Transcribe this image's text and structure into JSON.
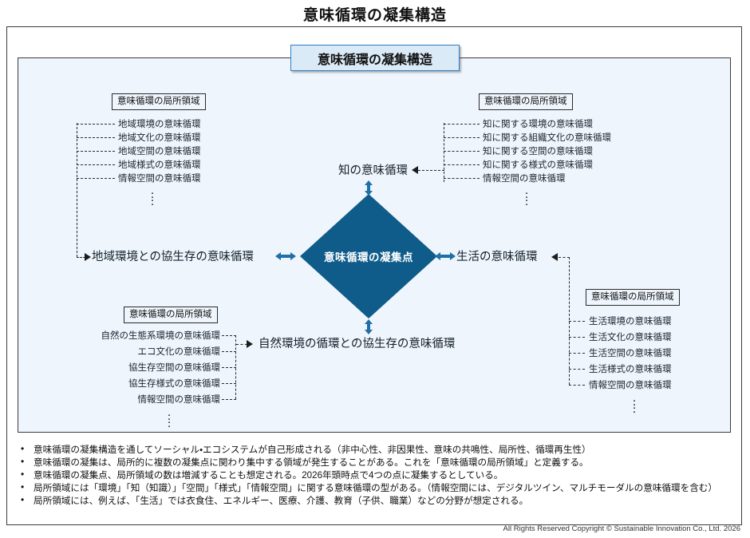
{
  "page": {
    "title": "意味循環の凝集構造",
    "banner": "意味循環の凝集構造",
    "center_node": "意味循環の凝集点"
  },
  "colors": {
    "diamond": "#0f5c8a",
    "panel_bg": "#eff5fc",
    "banner_bg": "#dbeaf7",
    "banner_border": "#2f7fc4",
    "frame_border": "#3b3b3b",
    "arrow_blue": "#1f6fa8",
    "text": "#111111"
  },
  "nodes": {
    "top": "知の意味循環",
    "left": "地域環境との協生存の意味循環",
    "right": "生活の意味循環",
    "bottom": "自然環境の循環との協生存の意味循環"
  },
  "groups": {
    "top_left": {
      "header": "意味循環の局所領域",
      "items": [
        "地域環境の意味循環",
        "地域文化の意味循環",
        "地域空間の意味循環",
        "地域様式の意味循環",
        "情報空間の意味循環"
      ],
      "more": "⋮"
    },
    "top_right": {
      "header": "意味循環の局所領域",
      "items": [
        "知に関する環境の意味循環",
        "知に関する組織文化の意味循環",
        "知に関する空間の意味循環",
        "知に関する様式の意味循環",
        "情報空間の意味循環"
      ],
      "more": "⋮"
    },
    "bottom_left": {
      "header": "意味循環の局所領域",
      "items": [
        "自然の生態系環境の意味循環",
        "エコ文化の意味循環",
        "協生存空間の意味循環",
        "協生存様式の意味循環",
        "情報空間の意味循環"
      ],
      "more": "⋮"
    },
    "bottom_right": {
      "header": "意味循環の局所領域",
      "items": [
        "生活環境の意味循環",
        "生活文化の意味循環",
        "生活空間の意味循環",
        "生活様式の意味循環",
        "情報空間の意味循環"
      ],
      "more": "⋮"
    }
  },
  "notes": [
    "意味循環の凝集構造を通してソーシャル・エコシステムが自己形成される（非中心性、非因果性、意味の共鳴性、局所性、循環再生性）",
    "意味循環の凝集は、局所的に複数の凝集点に関わり集中する領域が発生することがある。これを「意味循環の局所領域」と定義する。",
    "意味循環の凝集点、局所領域の数は増減することも想定される。2026年頭時点で4つの点に凝集するとしている。",
    "局所領域には「環境」「知（知識）」「空間」「様式」「情報空間」に関する意味循環の型がある。（情報空間には、デジタルツイン、マルチモーダルの意味循環を含む）",
    "局所領域には、例えば、「生活」では衣食住、エネルギー、医療、介護、教育（子供、職業）などの分野が想定される。"
  ],
  "footer": "All Rights Reserved Copyright © Sustainable Innovation Co., Ltd. 2026"
}
